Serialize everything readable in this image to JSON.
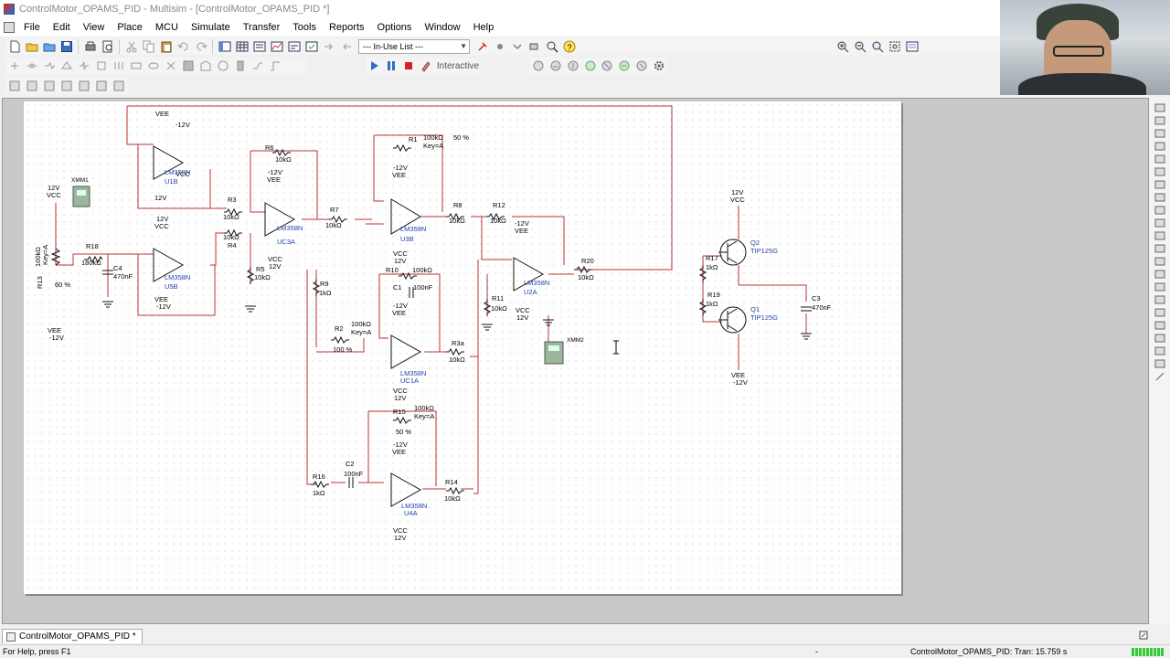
{
  "window": {
    "title": "ControlMotor_OPAMS_PID - Multisim - [ControlMotor_OPAMS_PID *]"
  },
  "menu": [
    "File",
    "Edit",
    "View",
    "Place",
    "MCU",
    "Simulate",
    "Transfer",
    "Tools",
    "Reports",
    "Options",
    "Window",
    "Help"
  ],
  "toolbar": {
    "in_use_list": "--- In-Use List ---",
    "interactive_label": "Interactive"
  },
  "schematic": {
    "labels": {
      "vee_top": "VEE",
      "vee_top_val": "-12V",
      "vcc_u1b": "VCC",
      "u1b_part": "LM358N",
      "u1b_ref": "U1B",
      "u1b_vcc": "12V",
      "xmm1": "XMM1",
      "left_vcc_val": "12V",
      "left_vcc": "VCC",
      "r13_val": "100kΩ",
      "r13_key": "Key=A",
      "r13": "R13",
      "r13_pct": "60 %",
      "r18": "R18",
      "r18_val": "180kΩ",
      "c4": "C4",
      "c4_val": "470nF",
      "u5b_vcc_val": "12V",
      "u5b_vcc": "VCC",
      "u5b_part": "LM358N",
      "u5b_ref": "U5B",
      "u5b_vee": "VEE",
      "u5b_vee_val": "-12V",
      "left_vee": "VEE",
      "left_vee_val": "-12V",
      "r3": "R3",
      "r3_val": "10kΩ",
      "r4_val": "10kΩ",
      "r4": "R4",
      "r6": "R6",
      "r6_val": "10kΩ",
      "uc3a_vee_val": "-12V",
      "uc3a_vee": "VEE",
      "uc3a_part": "LM358N",
      "uc3a_ref": "UC3A",
      "uc3a_vcc": "VCC",
      "uc3a_vcc_val": "12V",
      "r5": "R5",
      "r5_val": "10kΩ",
      "r7": "R7",
      "r7_val": "10kΩ",
      "r1": "R1",
      "r1_val": "100kΩ",
      "r1_pct": "50 %",
      "r1_key": "Key=A",
      "u3b_vee_val": "-12V",
      "u3b_vee": "VEE",
      "u3b_part": "LM358N",
      "u3b_ref": "U3B",
      "u3b_vcc": "VCC",
      "u3b_vcc_val": "12V",
      "r8": "R8",
      "r8_val": "10kΩ",
      "r12": "R12",
      "r12_val": "10kΩ",
      "u2a_vee_val": "-12V",
      "u2a_vee": "VEE",
      "u2a_part": "LM358N",
      "u2a_ref": "U2A",
      "u2a_vcc": "VCC",
      "u2a_vcc_val": "12V",
      "r11": "R11",
      "r11_val": "10kΩ",
      "r20": "R20",
      "r20_val": "10kΩ",
      "xmm2": "XMM2",
      "r9": "R9",
      "r9_val": "1kΩ",
      "r10": "R10",
      "r10_val": "100kΩ",
      "c1": "C1",
      "c1_val": "100nF",
      "uc1a_vee_val": "-12V",
      "uc1a_vee": "VEE",
      "r2": "R2",
      "r2_val": "100kΩ",
      "r2_key": "Key=A",
      "r2_pct": "100 %",
      "uc1a_part": "LM358N",
      "uc1a_ref": "UC1A",
      "uc1a_vcc": "VCC",
      "uc1a_vcc_val": "12V",
      "r3a": "R3a",
      "r3a_val": "10kΩ",
      "r15": "R15",
      "r15_val": "100kΩ",
      "r15_key": "Key=A",
      "r15_pct": "50 %",
      "u4a_vee_val": "-12V",
      "u4a_vee": "VEE",
      "c2": "C2",
      "c2_val": "100nF",
      "r16": "R16",
      "r16_val": "1kΩ",
      "r14": "R14",
      "r14_val": "10kΩ",
      "u4a_part": "LM358N",
      "u4a_ref": "U4A",
      "u4a_vcc": "VCC",
      "u4a_vcc_val": "12V",
      "q_vcc_val": "12V",
      "q_vcc": "VCC",
      "q2": "Q2",
      "q2_part": "TIP125G",
      "r17": "R17",
      "r17_val": "1kΩ",
      "r19": "R19",
      "r19_val": "1kΩ",
      "q1": "Q1",
      "q1_part": "TIP125G",
      "c3": "C3",
      "c3_val": "470nF",
      "q_vee": "VEE",
      "q_vee_val": "-12V"
    }
  },
  "tab": {
    "label": "ControlMotor_OPAMS_PID *"
  },
  "status": {
    "help": "For Help, press F1",
    "dash": "-",
    "sim": "ControlMotor_OPAMS_PID: Tran: 15.759 s"
  }
}
